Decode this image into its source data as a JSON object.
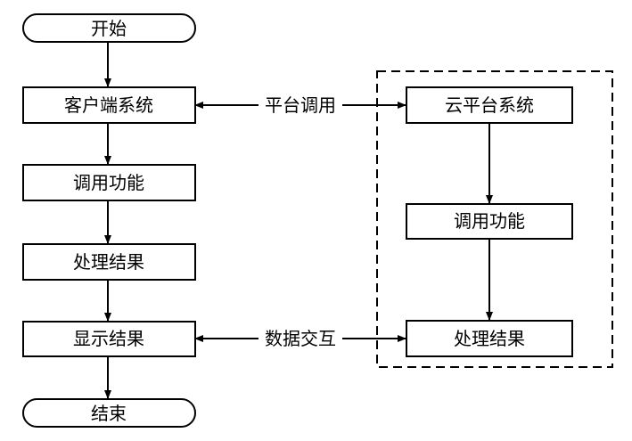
{
  "diagram": {
    "nodes": {
      "start": "开始",
      "client_system": "客户端系统",
      "call_function_left": "调用功能",
      "process_result_left": "处理结果",
      "display_result": "显示结果",
      "end": "结束",
      "cloud_platform_system": "云平台系统",
      "call_function_right": "调用功能",
      "process_result_right": "处理结果"
    },
    "edges": {
      "platform_call": "平台调用",
      "data_exchange": "数据交互"
    }
  }
}
